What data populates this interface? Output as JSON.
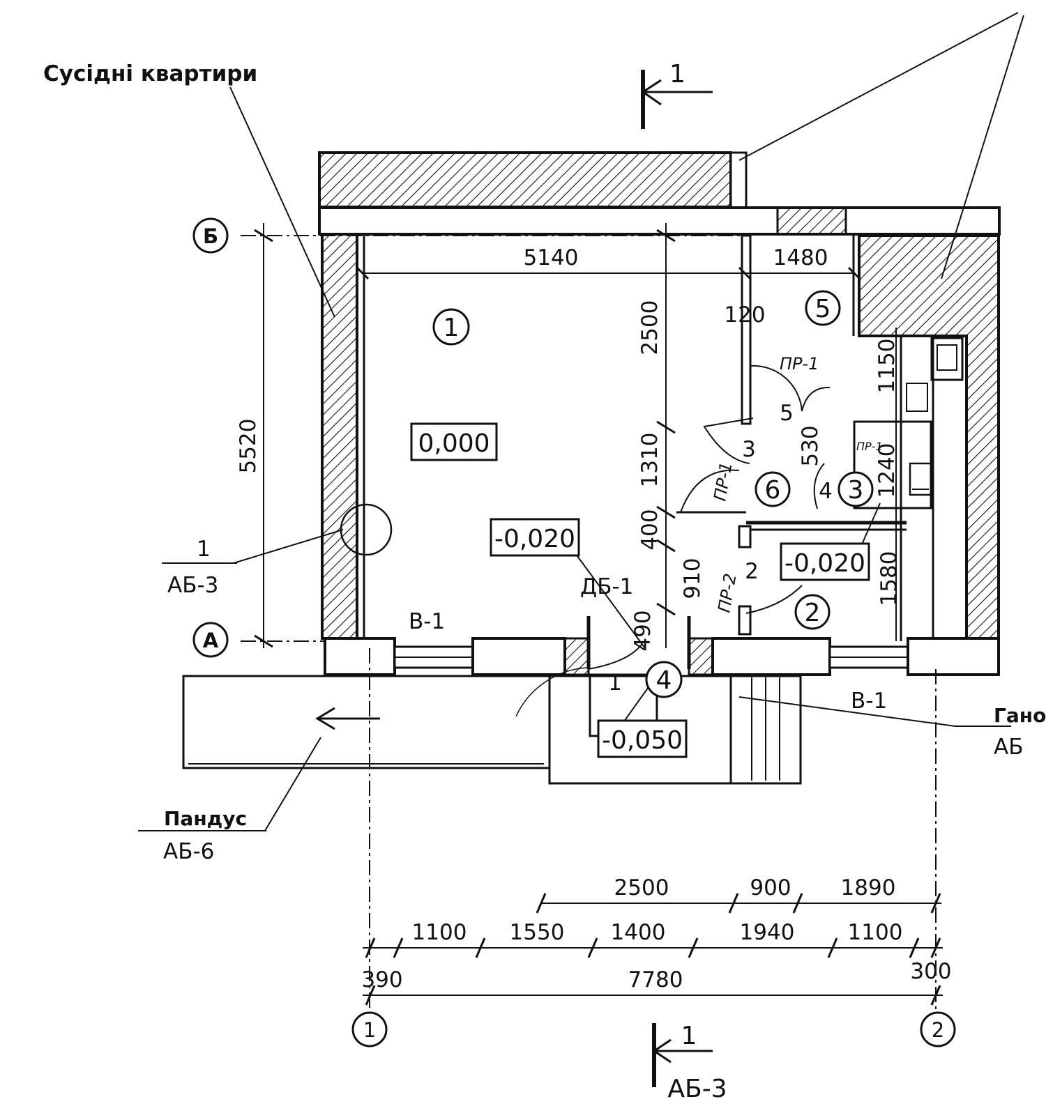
{
  "labels": {
    "neighbors": "Сусідні квартири",
    "ramp": "Пандус",
    "ramp_ref": "АБ-6",
    "porch": "Ганок",
    "porch_ref": "АБ",
    "node_num": "1",
    "node_ref": "АБ-3",
    "door_db1": "ДБ-1",
    "window_v1_left": "В-1",
    "window_v1_right": "В-1",
    "door_pr1_a": "ПР-1",
    "door_pr1_b": "ПР-1",
    "door_pr2": "ПР-2",
    "door_pr1_small": "ПР-1"
  },
  "section": {
    "top_num": "1",
    "bottom_num": "1",
    "bottom_ref": "АБ-3"
  },
  "axes": {
    "b": "Б",
    "a": "А",
    "one": "1",
    "two": "2"
  },
  "rooms": {
    "r1": "1",
    "r2": "2",
    "r3": "3",
    "r4": "4",
    "r5": "5",
    "r6": "6"
  },
  "door_marks": {
    "m5": "5",
    "m3": "3",
    "m4": "4",
    "m2": "2",
    "m1": "1"
  },
  "elevations": {
    "main": "0,000",
    "hall": "-0,020",
    "bath": "-0,020",
    "entry": "-0,050"
  },
  "dimensions": {
    "top_5140": "5140",
    "top_1480": "1480",
    "v_5520": "5520",
    "v_2500": "2500",
    "v_1310": "1310",
    "v_400": "400",
    "v_910": "910",
    "v_490": "490",
    "w_120": "120",
    "v_1150": "1150",
    "v_1240": "1240",
    "v_530": "530",
    "v_1580": "1580",
    "row1": [
      "2500",
      "900",
      "1890"
    ],
    "row2": [
      "1100",
      "1550",
      "1400",
      "1940",
      "1100"
    ],
    "row3_left": "390",
    "row3_total": "7780",
    "row3_right": "300"
  }
}
